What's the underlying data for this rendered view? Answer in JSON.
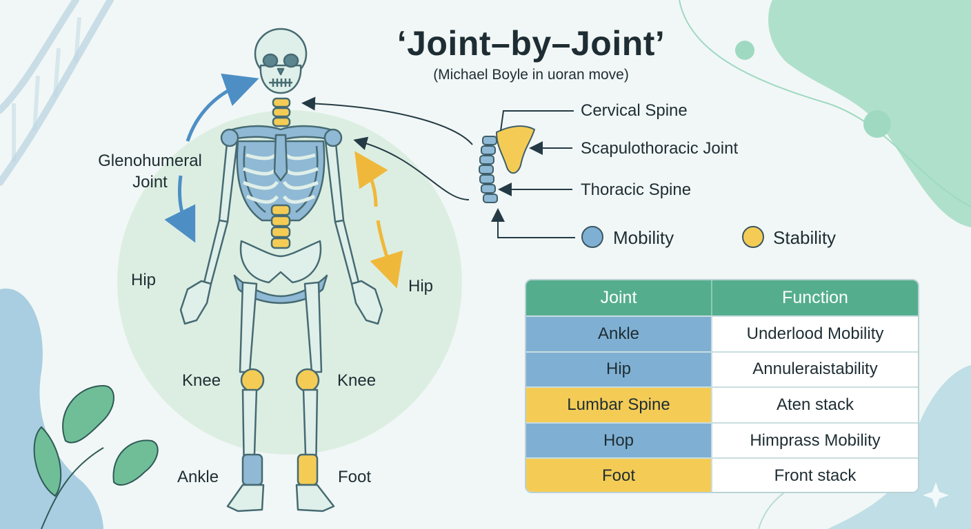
{
  "header": {
    "title": "‘Joint–by–Joint’",
    "subtitle": "(Michael Boyle in uoran move)"
  },
  "skeleton_labels": {
    "glenohumeral": "Glenohumeral\nJoint",
    "hip_left": "Hip",
    "hip_right": "Hip",
    "knee_left": "Knee",
    "knee_right": "Knee",
    "ankle_left": "Ankle",
    "foot_right": "Foot"
  },
  "spine_callouts": {
    "cervical": "Cervical Spine",
    "scapulothoracic": "Scapulothoracic Joint",
    "thoracic": "Thoracic Spine"
  },
  "legend": {
    "mobility": {
      "label": "Mobility",
      "color": "#7fb0d3"
    },
    "stability": {
      "label": "Stability",
      "color": "#f4cc55"
    }
  },
  "table": {
    "headers": [
      "Joint",
      "Function"
    ],
    "rows": [
      {
        "joint": "Ankle",
        "function": "Underlood Mobility",
        "type": "mobility"
      },
      {
        "joint": "Hip",
        "function": "Annuleraistability",
        "type": "mobility"
      },
      {
        "joint": "Lumbar Spine",
        "function": "Aten stack",
        "type": "stability"
      },
      {
        "joint": "Hop",
        "function": "Himprass Mobility",
        "type": "mobility"
      },
      {
        "joint": "Foot",
        "function": "Front stack",
        "type": "stability"
      }
    ]
  },
  "colors": {
    "mobility": "#7fb0d3",
    "stability": "#f4cc55",
    "table_header": "#54ae8e",
    "bone": "#dfefe9",
    "bone_outline": "#466a72"
  }
}
